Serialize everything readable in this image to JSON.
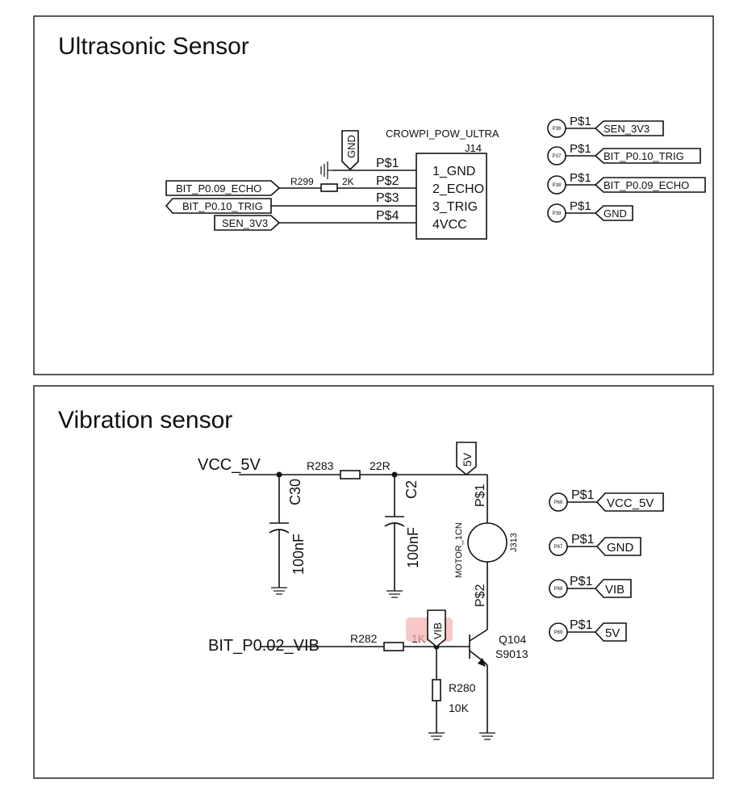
{
  "ultrasonic": {
    "title": "Ultrasonic Sensor",
    "connector_name": "CROWPI_POW_ULTRA",
    "connector_ref": "J14",
    "pins": [
      "1_GND",
      "2_ECHO",
      "3_TRIG",
      "4VCC"
    ],
    "pin_labels": [
      "P$1",
      "P$2",
      "P$3",
      "P$4"
    ],
    "nets": {
      "gnd": "GND",
      "echo": "BIT_P0.09_ECHO",
      "trig": "BIT_P0.10_TRIG",
      "sen": "SEN_3V3"
    },
    "resistor": {
      "ref": "R299",
      "value": "2K"
    },
    "pads": [
      {
        "id": "P36",
        "pin": "P$1",
        "net": "SEN_3V3"
      },
      {
        "id": "P37",
        "pin": "P$1",
        "net": "BIT_P0.10_TRIG"
      },
      {
        "id": "P38",
        "pin": "P$1",
        "net": "BIT_P0.09_ECHO"
      },
      {
        "id": "P39",
        "pin": "P$1",
        "net": "GND"
      }
    ]
  },
  "vibration": {
    "title": "Vibration sensor",
    "vcc": "VCC_5V",
    "r283": {
      "ref": "R283",
      "value": "22R"
    },
    "c30": {
      "ref": "C30",
      "value": "100nF"
    },
    "c2": {
      "ref": "C2",
      "value": "100nF"
    },
    "tag_5v": "5V",
    "motor": {
      "name": "MOTOR_1CN",
      "ref": "J313",
      "pin1": "P$1",
      "pin2": "P$2"
    },
    "input_net": "BIT_P0.02_VIB",
    "r282": {
      "ref": "R282",
      "value": "1K"
    },
    "tag_vib": "VIB",
    "q104": {
      "ref": "Q104",
      "part": "S9013"
    },
    "r280": {
      "ref": "R280",
      "value": "10K"
    },
    "pads": [
      {
        "id": "P66",
        "pin": "P$1",
        "net": "VCC_5V"
      },
      {
        "id": "P67",
        "pin": "P$1",
        "net": "GND"
      },
      {
        "id": "P68",
        "pin": "P$1",
        "net": "VIB"
      },
      {
        "id": "P69",
        "pin": "P$1",
        "net": "5V"
      }
    ]
  }
}
